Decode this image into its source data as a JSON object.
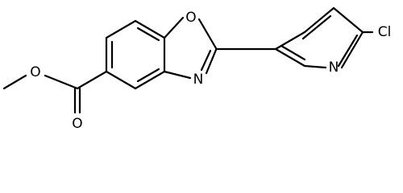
{
  "molecule": {
    "atoms": {
      "o_ring": "O",
      "n_ring": "N",
      "n_pyridine": "N",
      "cl": "Cl",
      "o_ester": "O",
      "o_carbonyl": "O"
    },
    "colors": {
      "bond": "#000000",
      "text": "#000000",
      "background": "#ffffff"
    }
  }
}
